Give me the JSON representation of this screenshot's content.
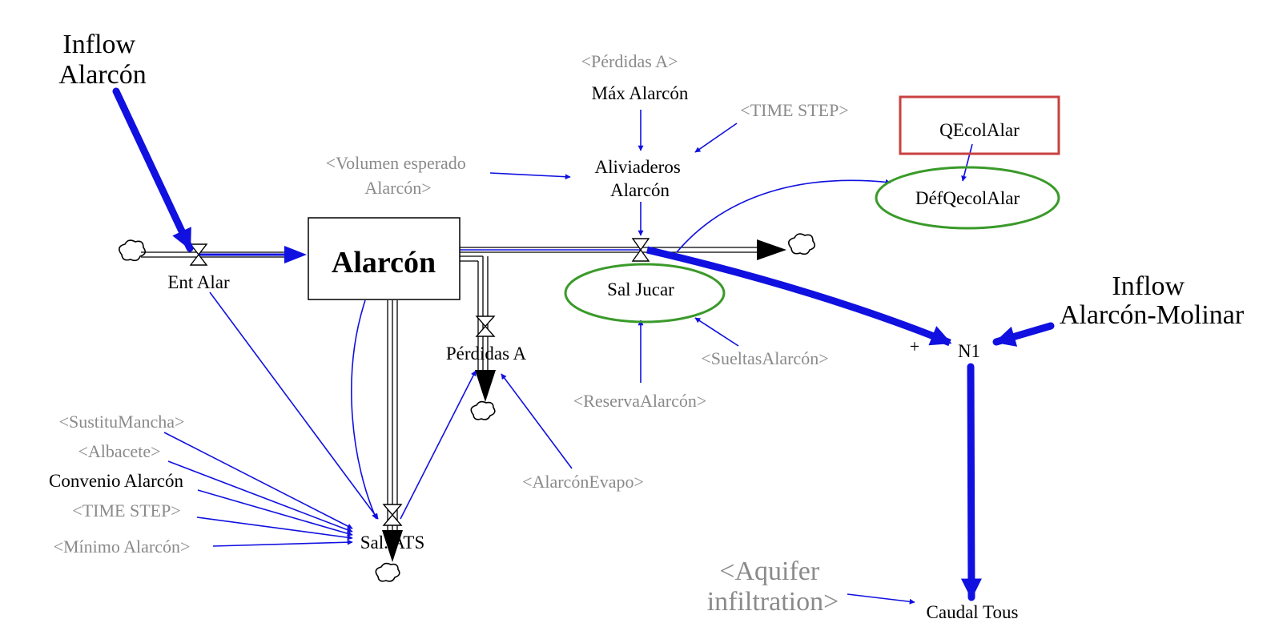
{
  "stock": {
    "name": "Alarcón"
  },
  "inflows": {
    "alarcon": [
      "Inflow",
      "Alarcón"
    ],
    "molinar": [
      "Inflow",
      "Alarcón-Molinar"
    ]
  },
  "flows": {
    "ent_alar": "Ent Alar",
    "perdidas": "Pérdidas A",
    "sal_ats": "Sal. ATS"
  },
  "variables": {
    "max_alarcon": "Máx Alarcón",
    "aliviaderos": [
      "Aliviaderos",
      "Alarcón"
    ],
    "sal_jucar": "Sal Jucar",
    "qecol": "QEcolAlar",
    "defqecol": "DéfQecolAlar",
    "n1": "N1",
    "caudal_tous": "Caudal Tous",
    "convenio": "Convenio Alarcón",
    "plus": "+"
  },
  "shadows": {
    "perdidas": "<Pérdidas A>",
    "time_step_top": "<TIME STEP>",
    "volumen": [
      "<Volumen esperado",
      "Alarcón>"
    ],
    "sueltas": "<SueltasAlarcón>",
    "reserva": "<ReservaAlarcón>",
    "evapo": "<AlarcónEvapo>",
    "sustitu": "<SustituMancha>",
    "albacete": "<Albacete>",
    "time_step_low": "<TIME STEP>",
    "minimo": "<Mínimo Alarcón>",
    "aquifer": [
      "<Aquifer",
      "infiltration>"
    ]
  },
  "colors": {
    "arrow": "#1010e0",
    "ellipse": "#3a9a2a",
    "box_red": "#c84040",
    "shadow_text": "#8a8a8a",
    "pipe": "#000000"
  }
}
